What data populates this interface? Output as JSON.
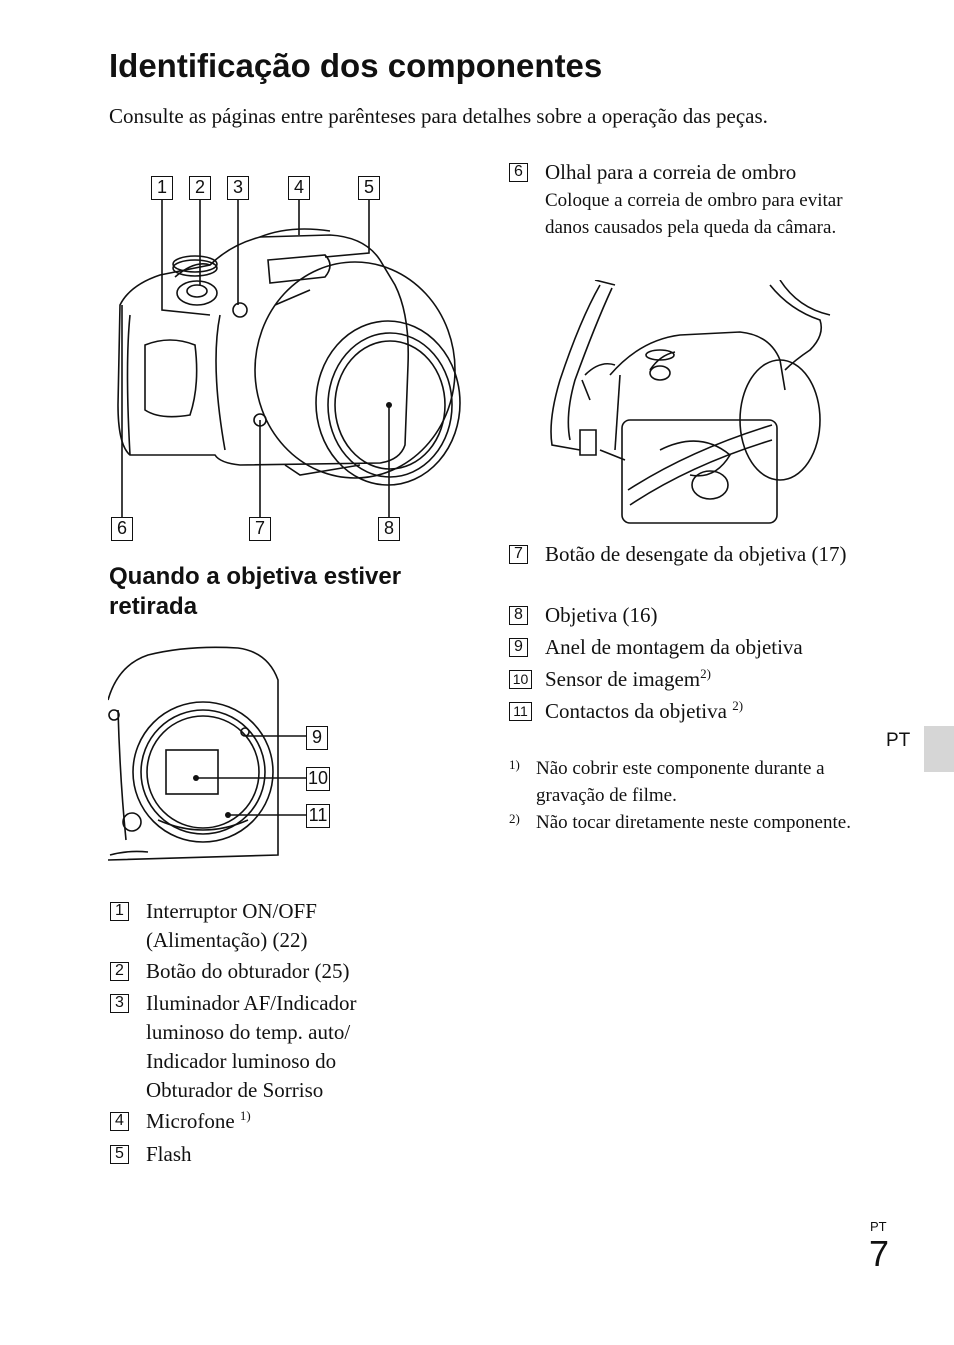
{
  "title": "Identificação dos componentes",
  "intro": "Consulte as páginas entre parênteses para detalhes sobre a operação das peças.",
  "subheading": "Quando a objetiva estiver retirada",
  "diagram_labels": {
    "front": [
      "1",
      "2",
      "3",
      "4",
      "5",
      "6",
      "7",
      "8"
    ],
    "mount": [
      "9",
      "10",
      "11"
    ]
  },
  "items": [
    {
      "num": "1",
      "text": "Interruptor ON/OFF (Alimentação) (22)"
    },
    {
      "num": "2",
      "text": "Botão do obturador (25)"
    },
    {
      "num": "3",
      "text": "Iluminador AF/Indicador luminoso do temp. auto/ Indicador luminoso do Obturador de Sorriso"
    },
    {
      "num": "4",
      "text": "Microfone",
      "sup": "1)"
    },
    {
      "num": "5",
      "text": "Flash"
    },
    {
      "num": "6",
      "text": "Olhal para a correia de ombro",
      "sub": "Coloque a correia de ombro para evitar danos causados pela queda da câmara."
    },
    {
      "num": "7",
      "text": "Botão de desengate da objetiva (17)"
    },
    {
      "num": "8",
      "text": "Objetiva (16)"
    },
    {
      "num": "9",
      "text": "Anel de montagem da objetiva"
    },
    {
      "num": "10",
      "text": "Sensor de imagem",
      "sup": "2)"
    },
    {
      "num": "11",
      "text": "Contactos da objetiva",
      "sup": "2)"
    }
  ],
  "notes": [
    {
      "mark": "1)",
      "text": "Não cobrir este componente durante a gravação de filme."
    },
    {
      "mark": "2)",
      "text": "Não tocar diretamente neste componente."
    }
  ],
  "side_tab": "PT",
  "page": {
    "lang": "PT",
    "number": "7"
  }
}
